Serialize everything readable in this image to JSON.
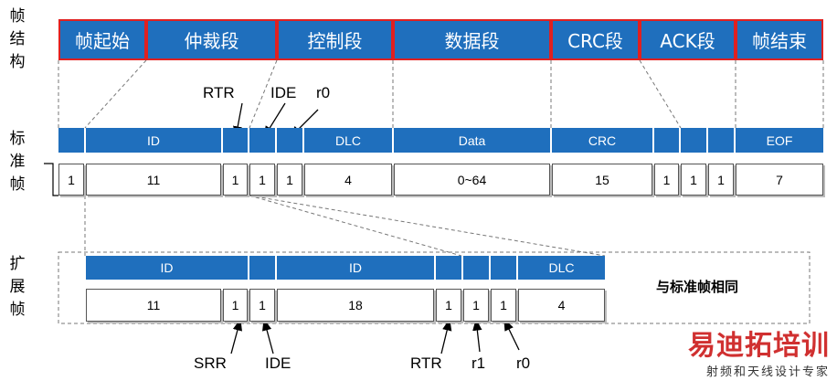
{
  "row_labels": {
    "frame_structure": "帧结构",
    "standard_frame": "标准帧",
    "extended_frame": "扩展帧"
  },
  "frame_segments": [
    "帧起始",
    "仲裁段",
    "控制段",
    "数据段",
    "CRC段",
    "ACK段",
    "帧结束"
  ],
  "standard": {
    "fields": [
      "ID",
      "Data",
      "DLC",
      "CRC",
      "EOF"
    ],
    "bits": [
      "1",
      "11",
      "1",
      "1",
      "1",
      "4",
      "0~64",
      "15",
      "1",
      "1",
      "1",
      "7"
    ],
    "callouts": [
      "RTR",
      "IDE",
      "r0"
    ]
  },
  "extended": {
    "fields": [
      "ID",
      "ID",
      "DLC"
    ],
    "bits": [
      "11",
      "1",
      "1",
      "18",
      "1",
      "1",
      "1",
      "4"
    ],
    "same_note": "与标准帧相同",
    "callouts": [
      "SRR",
      "IDE",
      "RTR",
      "r1",
      "r0"
    ]
  },
  "watermark": {
    "main": "易迪拓培训",
    "sub": "射频和天线设计专家"
  },
  "colors": {
    "field_blue": "#1f6fbd",
    "segment_border": "#e02020"
  }
}
